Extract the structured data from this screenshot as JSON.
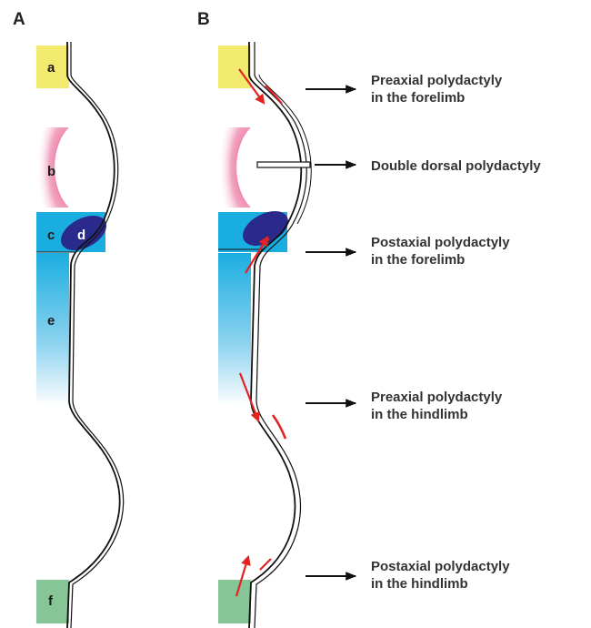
{
  "panels": {
    "a": "A",
    "b": "B"
  },
  "regions": {
    "a": "a",
    "b": "b",
    "c": "c",
    "d": "d",
    "e": "e",
    "f": "f"
  },
  "callouts": [
    {
      "line1": "Preaxial polydactyly",
      "line2": "in the forelimb"
    },
    {
      "line1": "Double dorsal polydactyly",
      "line2": ""
    },
    {
      "line1": "Postaxial polydactyly",
      "line2": "in the forelimb"
    },
    {
      "line1": "Preaxial polydactyly",
      "line2": "in the hindlimb"
    },
    {
      "line1": "Postaxial polydactyly",
      "line2": "in the hindlimb"
    }
  ],
  "colors": {
    "region_a": "#f2ea6e",
    "region_b": "#e8508a",
    "region_c": "#1aaee0",
    "region_d": "#2a2a8c",
    "region_e": "#1aaee0",
    "region_f": "#86c596",
    "red_arrow": "#e32222",
    "outline": "#111111"
  }
}
